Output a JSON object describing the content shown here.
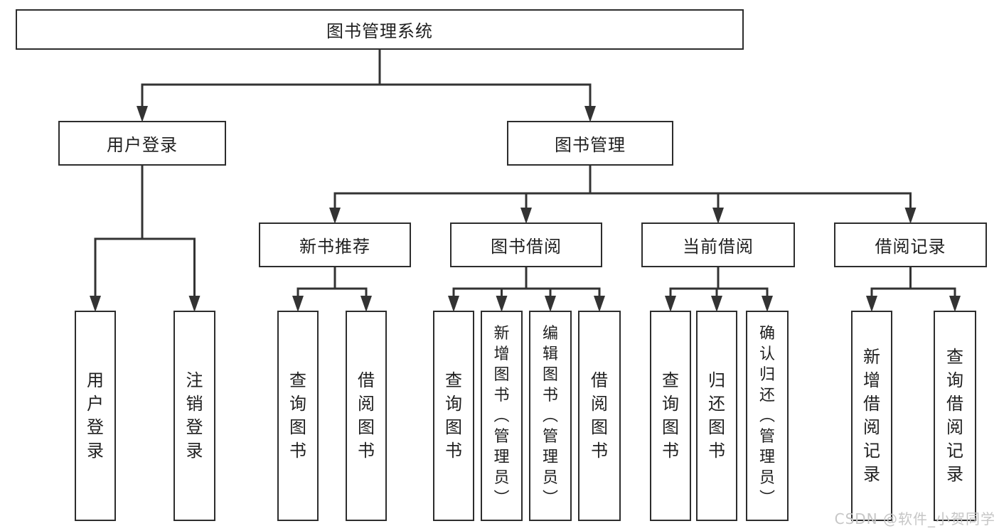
{
  "diagram": {
    "watermark": "CSDN @软件_小贺同学",
    "colors": {
      "background": "#ffffff",
      "line": "#333333",
      "box_border": "#2d2d2d",
      "text": "#1f1f1f",
      "watermark": "#c6c6c6"
    },
    "nodes": [
      {
        "id": "root",
        "label": "图书管理系统"
      },
      {
        "id": "user-login",
        "label": "用户登录",
        "parent": "root"
      },
      {
        "id": "book-mgmt",
        "label": "图书管理",
        "parent": "root"
      },
      {
        "id": "login",
        "label": "用户登录",
        "parent": "user-login"
      },
      {
        "id": "logout",
        "label": "注销登录",
        "parent": "user-login"
      },
      {
        "id": "new-book-rec",
        "label": "新书推荐",
        "parent": "book-mgmt"
      },
      {
        "id": "book-borrow",
        "label": "图书借阅",
        "parent": "book-mgmt"
      },
      {
        "id": "current-borrow",
        "label": "当前借阅",
        "parent": "book-mgmt"
      },
      {
        "id": "borrow-records",
        "label": "借阅记录",
        "parent": "book-mgmt"
      },
      {
        "id": "nbr-query",
        "label": "查询图书",
        "parent": "new-book-rec"
      },
      {
        "id": "nbr-borrow",
        "label": "借阅图书",
        "parent": "new-book-rec"
      },
      {
        "id": "bb-query",
        "label": "查询图书",
        "parent": "book-borrow"
      },
      {
        "id": "bb-add",
        "label": "新增图书（管理员）",
        "parent": "book-borrow"
      },
      {
        "id": "bb-edit",
        "label": "编辑图书（管理员）",
        "parent": "book-borrow"
      },
      {
        "id": "bb-borrow",
        "label": "借阅图书",
        "parent": "book-borrow"
      },
      {
        "id": "cb-query",
        "label": "查询图书",
        "parent": "current-borrow"
      },
      {
        "id": "cb-return",
        "label": "归还图书",
        "parent": "current-borrow"
      },
      {
        "id": "cb-confirm",
        "label": "确认归还（管理员）",
        "parent": "current-borrow"
      },
      {
        "id": "br-add",
        "label": "新增借阅记录",
        "parent": "borrow-records"
      },
      {
        "id": "br-query",
        "label": "查询借阅记录",
        "parent": "borrow-records"
      }
    ]
  }
}
